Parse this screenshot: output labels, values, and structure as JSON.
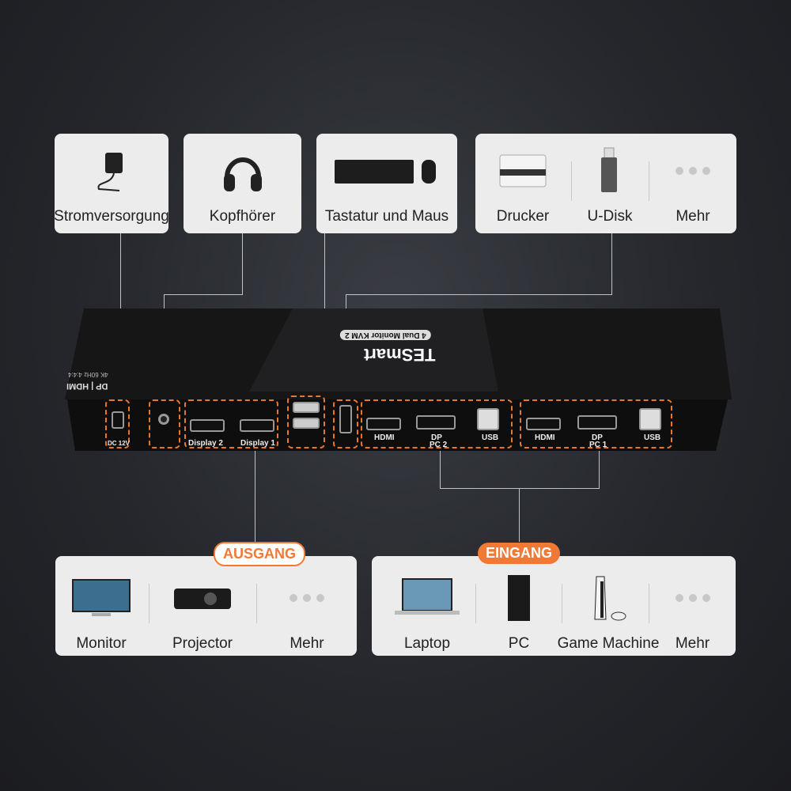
{
  "top_cards": [
    {
      "items": [
        {
          "label": "Stromversorgung",
          "icon": "power-adapter-icon"
        }
      ]
    },
    {
      "items": [
        {
          "label": "Kopfhörer",
          "icon": "headphones-icon"
        }
      ]
    },
    {
      "items": [
        {
          "label": "Tastatur und Maus",
          "icon": "keyboard-mouse-icon"
        }
      ]
    },
    {
      "items": [
        {
          "label": "Drucker",
          "icon": "printer-icon"
        },
        {
          "label": "U-Disk",
          "icon": "usb-drive-icon"
        },
        {
          "label": "Mehr",
          "icon": "more-dots-icon"
        }
      ]
    }
  ],
  "bottom_cards": [
    {
      "tag": "AUSGANG",
      "items": [
        {
          "label": "Monitor"
        },
        {
          "label": "Projector"
        },
        {
          "label": "Mehr"
        }
      ]
    },
    {
      "tag": "EINGANG",
      "items": [
        {
          "label": "Laptop"
        },
        {
          "label": "PC"
        },
        {
          "label": "Game Machine"
        },
        {
          "label": "Mehr"
        }
      ]
    }
  ],
  "device": {
    "brand": "TESmart",
    "model": "4 Dual Monitor KVM 2",
    "side_label": "DP | HDMI",
    "side_sublabel": "4K 60Hz 4:4:4",
    "ports": {
      "dc": "DC 12V",
      "display2": "Display 2",
      "display1": "Display 1",
      "hdmi": "HDMI",
      "dp": "DP",
      "usb": "USB",
      "pc2": "PC 2",
      "pc1": "PC 1"
    }
  },
  "colors": {
    "accent": "#f07a35",
    "card": "#ececec"
  }
}
